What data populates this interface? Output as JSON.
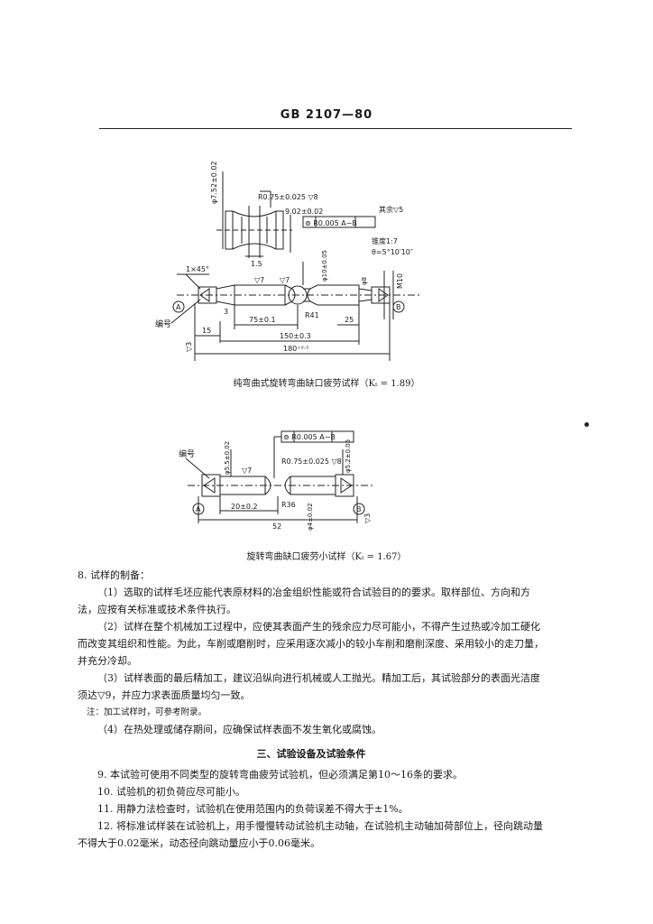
{
  "header": {
    "standard_number": "GB 2107—80"
  },
  "figure1": {
    "caption": "纯弯曲式旋转弯曲缺口疲劳试样（Kₜ = 1.89）",
    "labels": {
      "dia_detail": "φ7.52±0.02",
      "radius_detail": "R0.75±0.025 ▽8",
      "width_detail": "9.02±0.02",
      "tolerance_frame": "⊚ R0.005 A−B",
      "detail_dim": "1.5",
      "rest": "其余▽5",
      "chamfer": "1×45°",
      "taper": "锥度1:7",
      "angle": "θ=5°10′10″",
      "thread": "M10",
      "dia_main": "φ10±0.05",
      "dia_end": "φ8",
      "number_mark": "编号",
      "datum_a": "A",
      "datum_b": "B",
      "notch_radius": "R41",
      "dim_3": "3",
      "dim_75": "75±0.1",
      "dim_25": "25",
      "dim_15": "15",
      "dim_150": "150±0.3",
      "dim_180": "180⁺⁰·⁵",
      "finish_7a": "▽7",
      "finish_7b": "▽7",
      "finish_3": "▽3"
    }
  },
  "figure2": {
    "caption": "旋转弯曲缺口疲劳小试样（Kₜ = 1.67）",
    "labels": {
      "tolerance_frame": "⊚ R0.005 A−B",
      "number_mark": "编号",
      "dia_left": "φ5.5±0.02",
      "radius": "R0.75±0.025 ▽8",
      "dia_right": "φ5.2±0.05",
      "finish_7": "▽7",
      "notch_radius": "R36",
      "dim_20": "20±0.2",
      "dia_notch": "φ4±0.02",
      "dim_52": "52",
      "datum_a": "A",
      "datum_b": "B",
      "finish_3": "▽3"
    }
  },
  "body": {
    "item8_title": "8. 试样的制备：",
    "item8_1": "（1）选取的试样毛坯应能代表原材料的冶金组织性能或符合试验目的的要求。取样部位、方向和方法，应按有关标准或技术条件执行。",
    "item8_2": "（2）试样在整个机械加工过程中，应使其表面产生的残余应力尽可能小，不得产生过热或冷加工硬化而改变其组织和性能。为此，车削或磨削时，应采用逐次减小的较小车削和磨削深度、采用较小的走刀量，并充分冷却。",
    "item8_3": "（3）试样表面的最后精加工，建议沿纵向进行机械或人工抛光。精加工后，其试验部分的表面光洁度须达▽9，并应力求表面质量均匀一致。",
    "note": "注：加工试样时，可参考附录。",
    "item8_4": "（4）在热处理或储存期间，应确保试样表面不发生氧化或腐蚀。",
    "section3_heading": "三、试验设备及试验条件",
    "item9": "9. 本试验可使用不同类型的旋转弯曲疲劳试验机，但必须满足第10～16条的要求。",
    "item10": "10. 试验机的初负荷应尽可能小。",
    "item11": "11. 用静力法检查时，试验机在使用范围内的负荷误差不得大于±1%。",
    "item12": "12. 将标准试样装在试验机上，用手慢慢转动试验机主动轴，在试验机主动轴加荷部位上，径向跳动量不得大于0.02毫米，动态径向跳动量应小于0.06毫米。"
  }
}
